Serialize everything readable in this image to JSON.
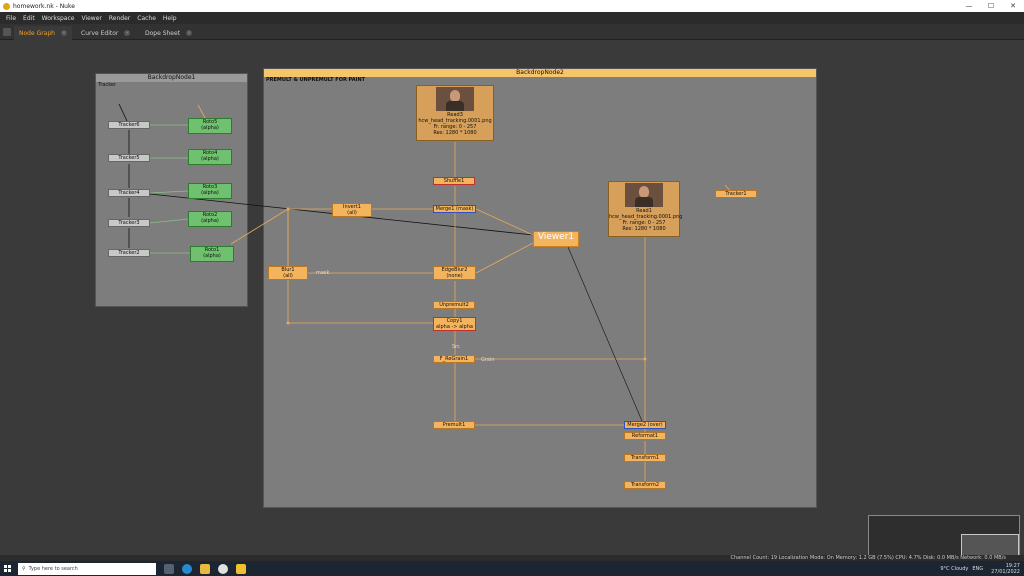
{
  "window": {
    "title": "homework.nk - Nuke",
    "controls": [
      "—",
      "☐",
      "✕"
    ]
  },
  "menu": [
    "File",
    "Edit",
    "Workspace",
    "Viewer",
    "Render",
    "Cache",
    "Help"
  ],
  "tabs": [
    {
      "label": "Node Graph",
      "active": true
    },
    {
      "label": "Curve Editor",
      "active": false
    },
    {
      "label": "Dope Sheet",
      "active": false
    }
  ],
  "backdrops": {
    "one": {
      "title": "BackdropNode1",
      "label": "Tracker"
    },
    "two": {
      "title": "BackdropNode2",
      "label": "PREMULT & UNPREMULT FOR PAINT"
    }
  },
  "nodes": {
    "tracker6": "Tracker6",
    "tracker5": "Tracker5",
    "tracker4": "Tracker4",
    "tracker3": "Tracker3",
    "tracker2": "Tracker2",
    "tracker1": "Tracker1",
    "roto5": {
      "name": "Roto5",
      "sub": "(alpha)"
    },
    "roto4": {
      "name": "Roto4",
      "sub": "(alpha)"
    },
    "roto3": {
      "name": "Roto3",
      "sub": "(alpha)"
    },
    "roto2": {
      "name": "Roto2",
      "sub": "(alpha)"
    },
    "roto1": {
      "name": "Roto1",
      "sub": "(alpha)"
    },
    "read3": {
      "name": "Read3",
      "file": "hcw_head_tracking.0001.png",
      "range": "Fr. range: 0 - 257",
      "res": "Res: 1280 * 1080"
    },
    "read1": {
      "name": "Read1",
      "file": "hcw_head_tracking.0001.png",
      "range": "Fr. range: 0 - 257",
      "res": "Res: 1280 * 1080"
    },
    "shuffle1": "Shuffle1",
    "invert1": {
      "name": "Invert1",
      "sub": "(all)"
    },
    "merge1": "Merge1 (mask)",
    "viewer1": "Viewer1",
    "blur1": {
      "name": "Blur1",
      "sub": "(all)"
    },
    "edgeblur2": {
      "name": "EdgeBlur2",
      "sub": "(none)"
    },
    "unpremult2": "Unpremult2",
    "copy1": {
      "name": "Copy1",
      "sub": "alpha -> alpha"
    },
    "fregrain1": "F_ReGrain1",
    "premult1": "Premult1",
    "merge2": "Merge2 (over)",
    "reformat1": "Reformat1",
    "transform1": "Transform1",
    "transform2": "Transform2"
  },
  "edge_labels": {
    "mask": "mask",
    "src": "Src",
    "grain": "Grain"
  },
  "status": "Channel Count: 19  Localization Mode: On  Memory: 1.2 GB (7.5%)  CPU: 4.7%  Disk: 0.0 MB/s  Network: 0.0 MB/s",
  "taskbar": {
    "search_placeholder": "Type here to search",
    "weather": "9°C  Cloudy",
    "lang": "ENG",
    "time": "19:27",
    "date": "27/01/2022"
  }
}
